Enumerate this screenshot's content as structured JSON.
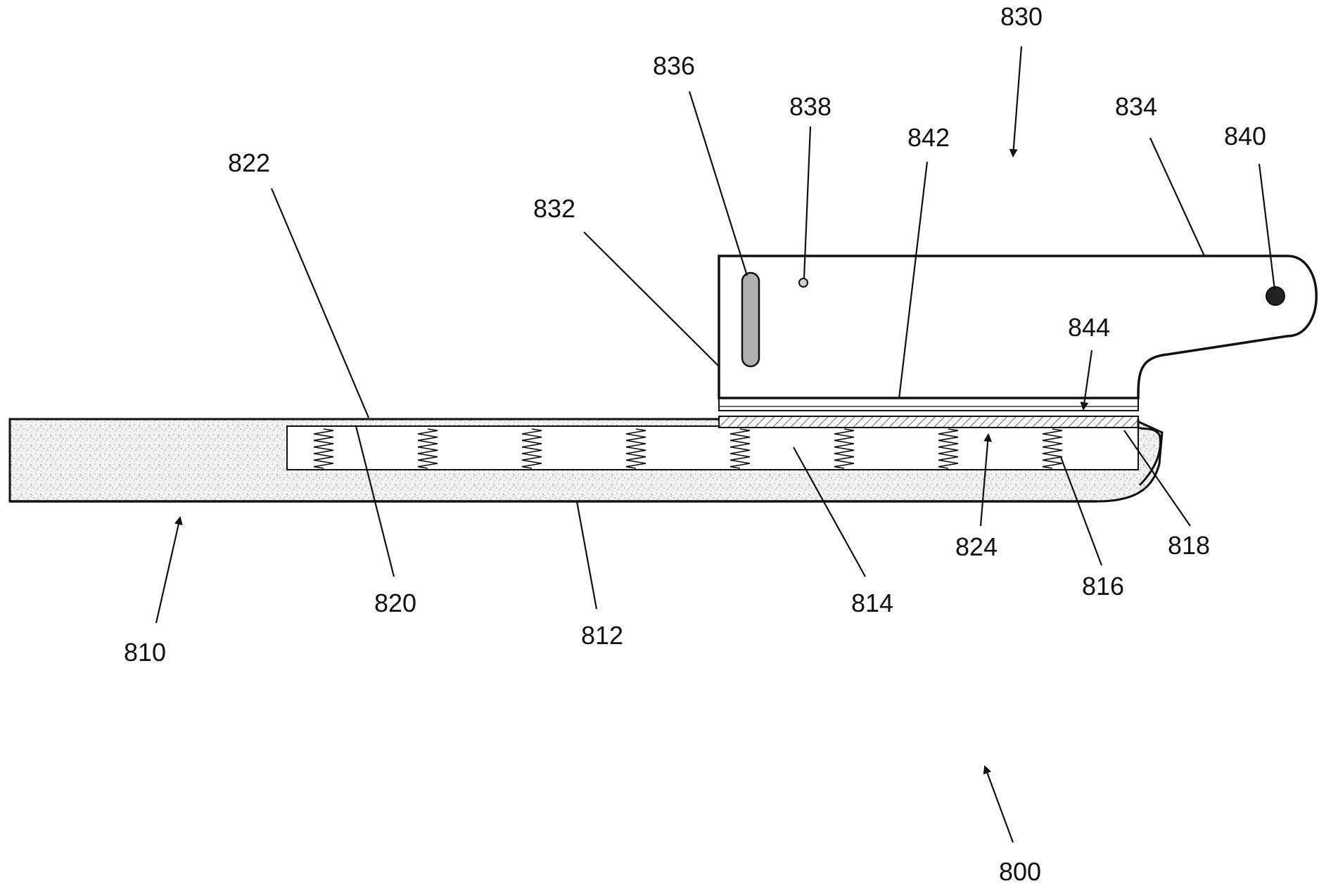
{
  "figure": {
    "labels": {
      "l800": "800",
      "l810": "810",
      "l812": "812",
      "l814": "814",
      "l816": "816",
      "l818": "818",
      "l820": "820",
      "l822": "822",
      "l824": "824",
      "l830": "830",
      "l832": "832",
      "l834": "834",
      "l836": "836",
      "l838": "838",
      "l840": "840",
      "l842": "842",
      "l844": "844"
    },
    "spring_count": 8,
    "colors": {
      "ink": "#111111",
      "texture": "#b8b8b8",
      "slot_fill": "#b0b0b0",
      "pivot_fill": "#222222"
    }
  }
}
